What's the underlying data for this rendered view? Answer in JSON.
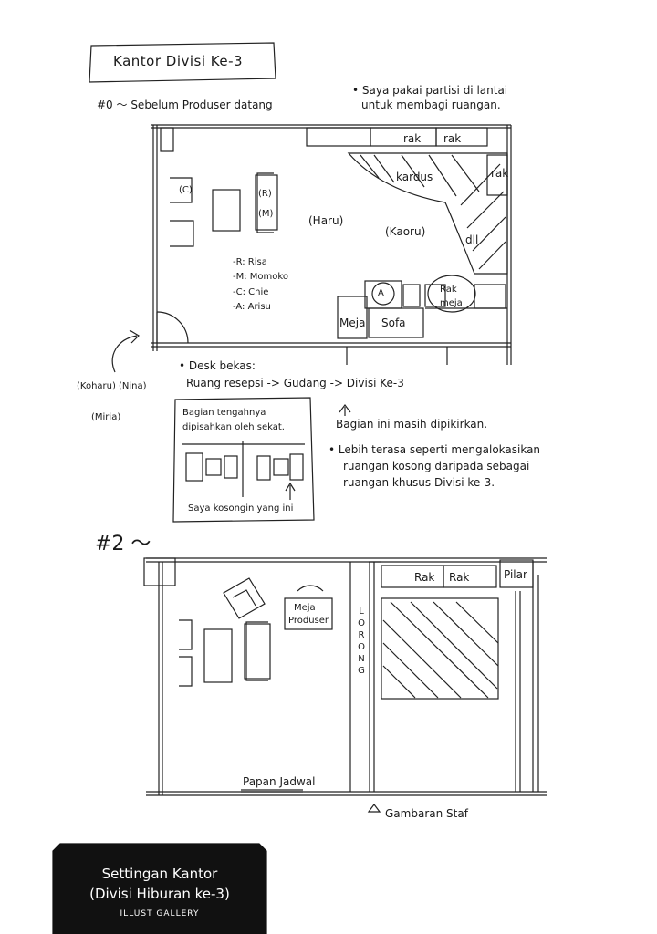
{
  "title": "Kantor Divisi Ke-3",
  "plan0": {
    "heading": "#0 ～ Sebelum Produser datang",
    "note_partition_1": "• Saya pakai partisi di lantai",
    "note_partition_2": "untuk membagi ruangan.",
    "labels": {
      "rak1": "rak",
      "rak2": "rak",
      "rak3": "rak",
      "kardus": "kardus",
      "c": "(C)",
      "r": "(R)",
      "m": "(M)",
      "haru": "(Haru)",
      "kaoru": "(Kaoru)",
      "dll": "dll",
      "a": "A",
      "rak_meja_1": "Rak",
      "rak_meja_2": "meja",
      "meja": "Meja",
      "sofa": "Sofa"
    },
    "legend": [
      "-R: Risa",
      "-M: Momoko",
      "-C: Chie",
      "-A: Arisu"
    ],
    "outside": {
      "koharu": "(Koharu)",
      "nina": "(Nina)",
      "miria": "(Miria)"
    },
    "desk_note_1": "• Desk bekas:",
    "desk_note_2": "Ruang resepsi -> Gudang -> Divisi Ke-3",
    "inset_1": "Bagian tengahnya",
    "inset_2": "dipisahkan oleh sekat.",
    "inset_3": "Saya kosongin yang ini",
    "undecided": "Bagian ini masih dipikirkan.",
    "alloc_1": "• Lebih terasa seperti mengalokasikan",
    "alloc_2": "ruangan kosong daripada sebagai",
    "alloc_3": "ruangan khusus Divisi ke-3."
  },
  "plan2": {
    "heading": "#2 ～",
    "pilar": "Pilar",
    "rak1": "Rak",
    "rak2": "Rak",
    "meja_1": "Meja",
    "meja_2": "Produser",
    "lorong": [
      "L",
      "O",
      "R",
      "O",
      "N",
      "G"
    ],
    "papan": "Papan Jadwal",
    "gambaran": "Gambaran Staf"
  },
  "footer": {
    "line1": "Settingan Kantor",
    "line2": "(Divisi Hiburan ke-3)",
    "line3": "ILLUST GALLERY"
  },
  "colors": {
    "ink": "#222222",
    "paper": "#ffffff",
    "footer_bg": "#111111"
  }
}
